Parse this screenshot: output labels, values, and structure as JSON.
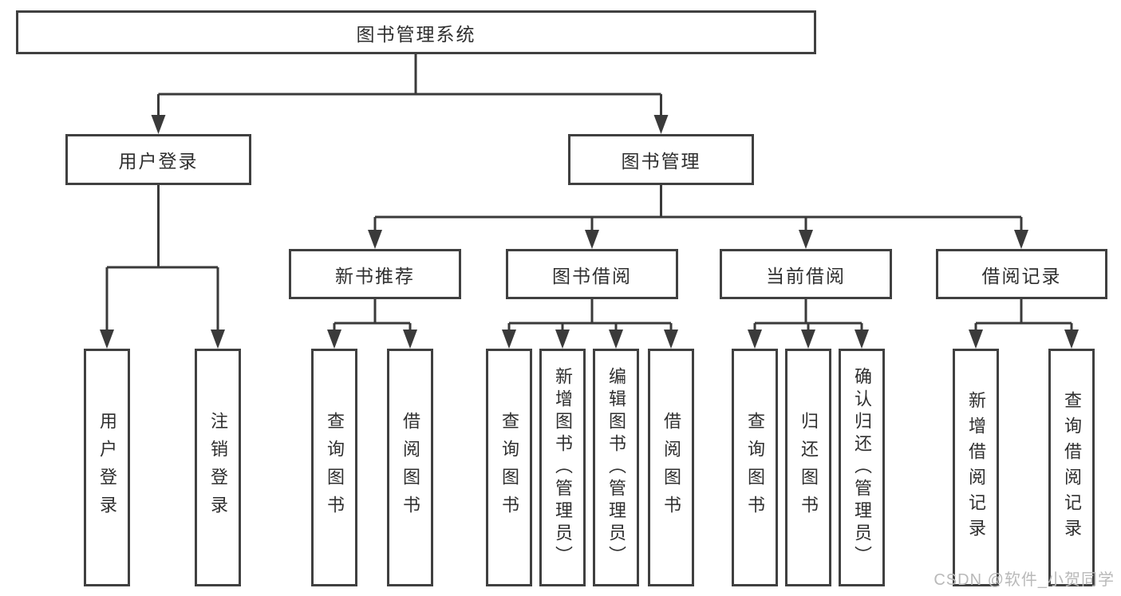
{
  "watermark": "CSDN @软件_小贺同学",
  "tree": {
    "root": {
      "label": "图书管理系统"
    },
    "branches": [
      {
        "label": "用户登录",
        "children": [
          {
            "label": "用户登录"
          },
          {
            "label": "注销登录"
          }
        ]
      },
      {
        "label": "图书管理",
        "sections": [
          {
            "label": "新书推荐",
            "children": [
              {
                "label": "查询图书"
              },
              {
                "label": "借阅图书"
              }
            ]
          },
          {
            "label": "图书借阅",
            "children": [
              {
                "label": "查询图书"
              },
              {
                "label": "新增图书（管理员）"
              },
              {
                "label": "编辑图书（管理员）"
              },
              {
                "label": "借阅图书"
              }
            ]
          },
          {
            "label": "当前借阅",
            "children": [
              {
                "label": "查询图书"
              },
              {
                "label": "归还图书"
              },
              {
                "label": "确认归还（管理员）"
              }
            ]
          },
          {
            "label": "借阅记录",
            "children": [
              {
                "label": "新增借阅记录"
              },
              {
                "label": "查询借阅记录"
              }
            ]
          }
        ]
      }
    ]
  }
}
